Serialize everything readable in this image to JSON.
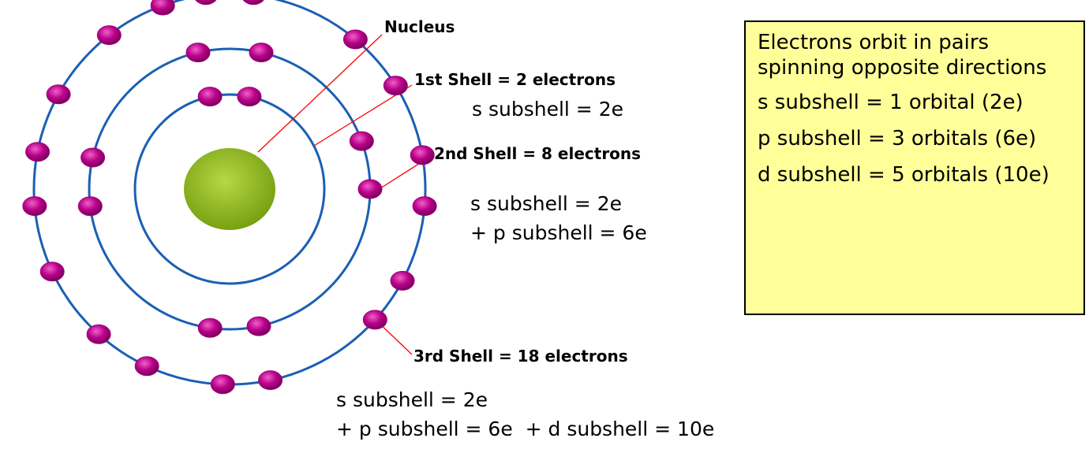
{
  "labels": {
    "nucleus": "Nucleus",
    "shell1": "1st Shell = 2 electrons",
    "shell2": "2nd Shell = 8 electrons",
    "shell3": "3rd Shell = 18 electrons"
  },
  "subshells": {
    "shell1": [
      "s subshell = 2e"
    ],
    "shell2": [
      "s subshell = 2e",
      "+ p subshell = 6e"
    ],
    "shell3": [
      "s subshell = 2e",
      "+ p subshell = 6e  + d subshell = 10e"
    ]
  },
  "info_box": {
    "note": "Electrons orbit in pairs spinning opposite directions",
    "rows": [
      "s subshell = 1 orbital (2e)",
      "p subshell = 3 orbitals (6e)",
      "d subshell = 5 orbitals (10e)"
    ]
  },
  "electron_counts": {
    "shell1": 2,
    "shell2": 8,
    "shell3": 18
  },
  "colors": {
    "orbit": "#1a5fb4",
    "electron": "#a0007a",
    "nucleus": "#8ab41c",
    "leader": "#ff0000",
    "box_fill": "#ffff99"
  }
}
